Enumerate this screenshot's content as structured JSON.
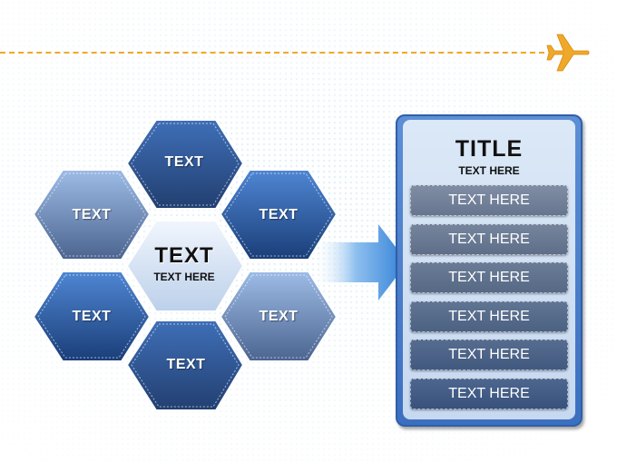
{
  "colors": {
    "accent_line": "#f0a82a",
    "plane": "#f0a82a",
    "panel_border": "#3d6fc0",
    "arrow": "#2f7fd6"
  },
  "icons": {
    "plane": "airplane-icon",
    "arrow": "right-arrow-icon"
  },
  "hexagons": {
    "top": "TEXT",
    "upper_left": "TEXT",
    "upper_right": "TEXT",
    "lower_left": "TEXT",
    "lower_right": "TEXT",
    "bottom": "TEXT",
    "center_title": "TEXT",
    "center_subtitle": "TEXT HERE"
  },
  "panel": {
    "title": "TITLE",
    "subtitle": "TEXT HERE",
    "items": [
      "TEXT HERE",
      "TEXT HERE",
      "TEXT HERE",
      "TEXT HERE",
      "TEXT HERE",
      "TEXT HERE"
    ]
  }
}
